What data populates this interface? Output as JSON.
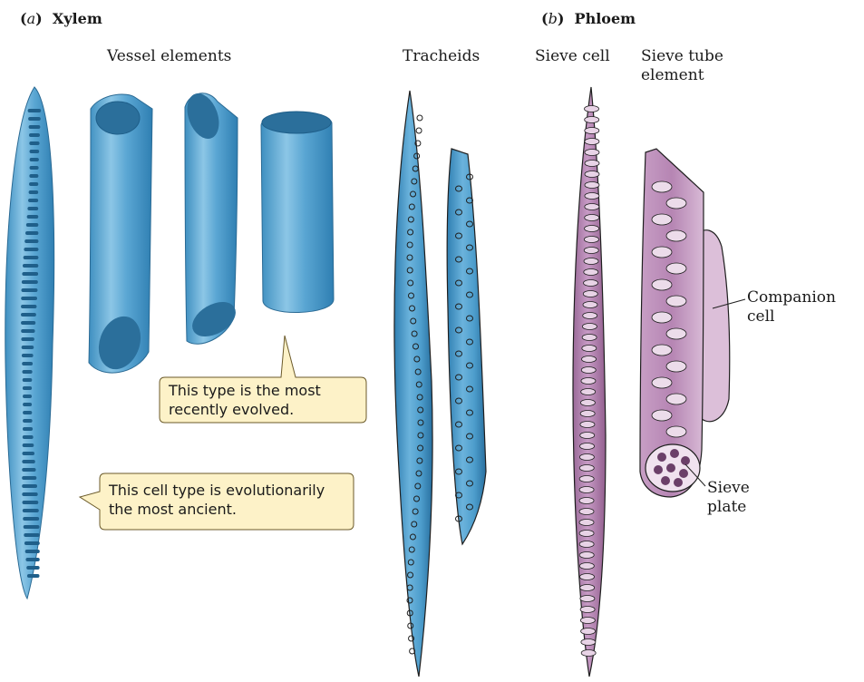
{
  "panels": {
    "xylem": {
      "letter": "a",
      "title": "Xylem"
    },
    "phloem": {
      "letter": "b",
      "title": "Phloem"
    }
  },
  "labels": {
    "vessel_elements": "Vessel elements",
    "tracheids": "Tracheids",
    "sieve_cell": "Sieve cell",
    "sieve_tube_line1": "Sieve tube",
    "sieve_tube_line2": "element",
    "companion_line1": "Companion",
    "companion_line2": "cell",
    "sieve_plate_line1": "Sieve",
    "sieve_plate_line2": "plate"
  },
  "callouts": {
    "recent_line1": "This type is the most",
    "recent_line2": "recently evolved.",
    "ancient_line1": "This cell type is evolutionarily",
    "ancient_line2": "the most ancient."
  },
  "colors": {
    "xylem_fill": "#5fa9d3",
    "xylem_light": "#bfe0f1",
    "xylem_dark": "#2b6f9b",
    "phloem_fill": "#b27fb0",
    "phloem_light": "#e2c6e0",
    "companion_fill": "#d9b6d6",
    "callout_fill": "#fdf2c8",
    "outline": "#1f1f1f"
  }
}
